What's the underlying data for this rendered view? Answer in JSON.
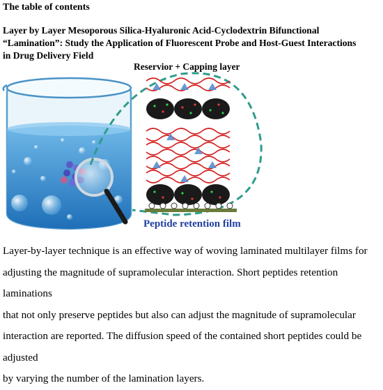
{
  "heading": "The table of contents",
  "title_lines": [
    "Layer by Layer Mesoporous Silica-Hyaluronic Acid-Cyclodextrin Bifunctional",
    "“Lamination”: Study the Application of Fluorescent Probe and Host-Guest Interactions",
    "in Drug Delivery Field"
  ],
  "figure": {
    "label_top": "Reservior + Capping layer",
    "label_bottom": "Peptide retention film"
  },
  "abstract_lines": [
    "Layer-by-layer technique is an effective way of woving laminated multilayer films for",
    "adjusting the magnitude of supramolecular interaction. Short peptides retention laminations",
    "that not only preserve peptides but also can adjust the magnitude of supramolecular",
    "interaction are reported. The diffusion speed of the contained short peptides could be adjusted",
    "by varying the number of the lamination layers."
  ]
}
